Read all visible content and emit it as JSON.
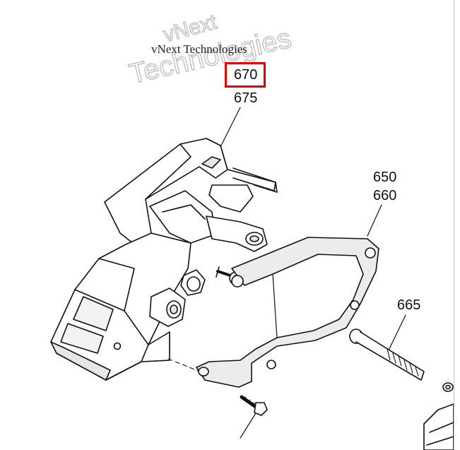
{
  "watermark": {
    "small_text": "vNext Technologies",
    "outline_line1": "vNext",
    "outline_line2": "Technologies"
  },
  "callouts": {
    "c670": "670",
    "c675": "675",
    "c650": "650",
    "c660": "660",
    "c665": "665"
  },
  "highlight": {
    "part": "670",
    "color": "#e00000"
  },
  "colors": {
    "line": "#111111",
    "fill": "#ffffff",
    "shade": "#e6e6e6",
    "watermark_outline": "#b8b8b8"
  }
}
